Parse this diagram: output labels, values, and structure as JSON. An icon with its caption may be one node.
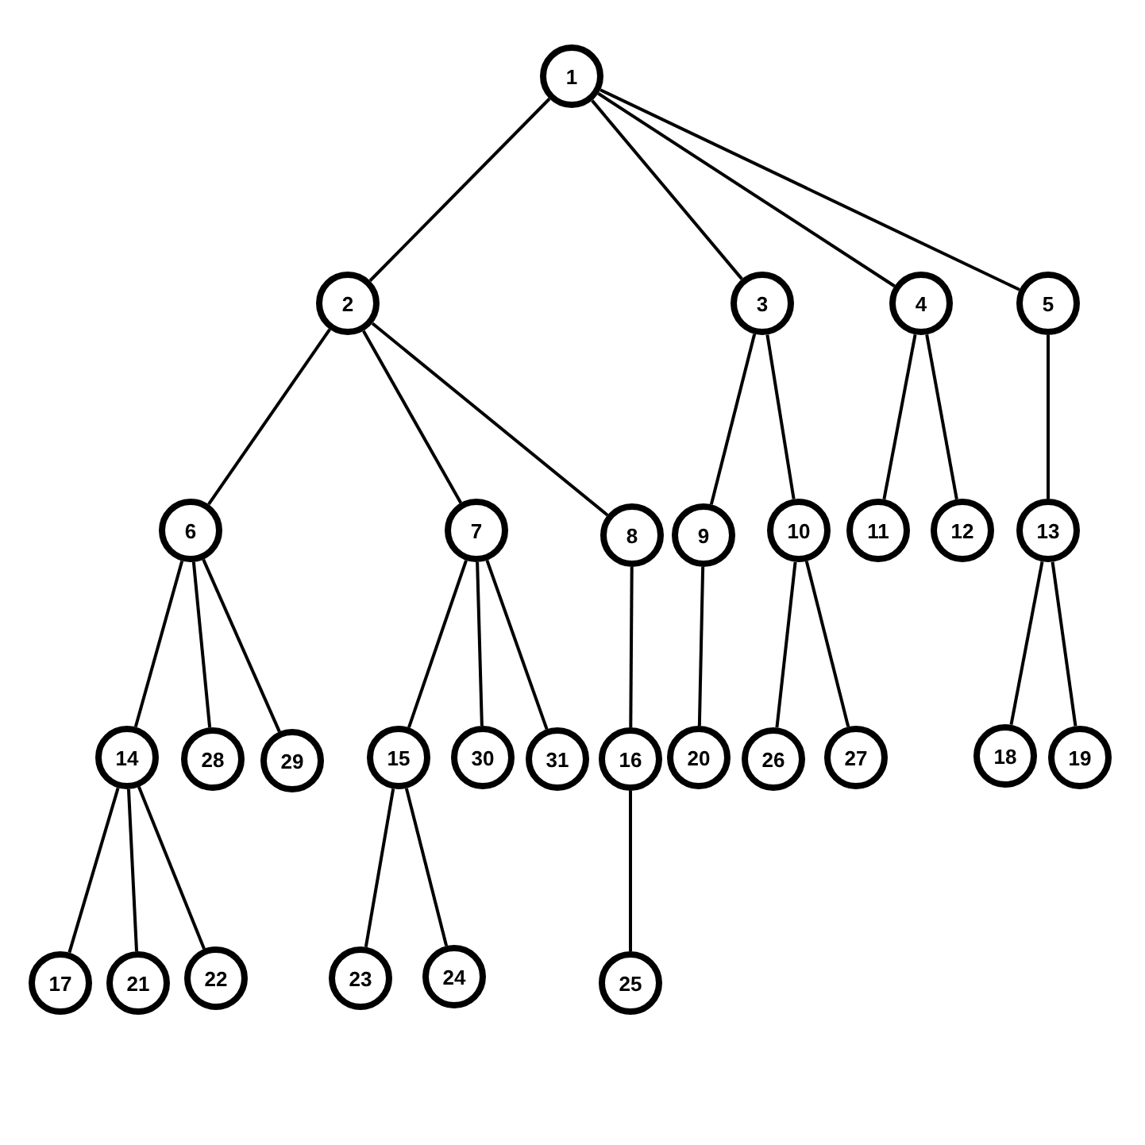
{
  "diagram": {
    "nodes": [
      {
        "text": [
          "1"
        ]
      },
      {
        "text": [
          "2"
        ]
      },
      {
        "text": [
          "3"
        ]
      },
      {
        "text": [
          "4"
        ]
      },
      {
        "text": [
          "5"
        ]
      },
      {
        "text": [
          "6"
        ]
      },
      {
        "text": [
          "7"
        ]
      },
      {
        "text": [
          "8"
        ]
      },
      {
        "text": [
          "9"
        ]
      },
      {
        "text": [
          "10"
        ]
      },
      {
        "text": [
          "11"
        ]
      },
      {
        "text": [
          "12"
        ]
      },
      {
        "text": [
          "13"
        ]
      },
      {
        "text": [
          "14"
        ]
      },
      {
        "text": [
          "15"
        ]
      },
      {
        "text": [
          "16"
        ]
      },
      {
        "text": [
          "17"
        ]
      },
      {
        "text": [
          "18"
        ]
      },
      {
        "text": [
          "19"
        ]
      },
      {
        "text": [
          "20"
        ]
      },
      {
        "text": [
          "21"
        ]
      },
      {
        "text": [
          "22"
        ]
      },
      {
        "text": [
          "23"
        ]
      },
      {
        "text": [
          "24"
        ]
      },
      {
        "text": [
          "25"
        ]
      },
      {
        "text": [
          "26"
        ]
      },
      {
        "text": [
          "27"
        ]
      },
      {
        "text": [
          "28"
        ]
      },
      {
        "text": [
          "29"
        ]
      },
      {
        "text": [
          "30"
        ]
      },
      {
        "text": [
          "31"
        ]
      }
    ],
    "edges": [
      {
        "from": 0,
        "to": 1,
        "arrow": "none"
      },
      {
        "from": 0,
        "to": 2,
        "arrow": "none"
      },
      {
        "from": 0,
        "to": 3,
        "arrow": "none"
      },
      {
        "from": 0,
        "to": 4,
        "arrow": "none"
      },
      {
        "from": 1,
        "to": 5,
        "arrow": "none"
      },
      {
        "from": 1,
        "to": 6,
        "arrow": "none"
      },
      {
        "from": 1,
        "to": 7,
        "arrow": "none"
      },
      {
        "from": 2,
        "to": 8,
        "arrow": "none"
      },
      {
        "from": 2,
        "to": 9,
        "arrow": "none"
      },
      {
        "from": 3,
        "to": 10,
        "arrow": "none"
      },
      {
        "from": 3,
        "to": 11,
        "arrow": "none"
      },
      {
        "from": 4,
        "to": 12,
        "arrow": "none"
      },
      {
        "from": 5,
        "to": 13,
        "arrow": "none"
      },
      {
        "from": 5,
        "to": 27,
        "arrow": "none"
      },
      {
        "from": 5,
        "to": 28,
        "arrow": "none"
      },
      {
        "from": 6,
        "to": 14,
        "arrow": "none"
      },
      {
        "from": 6,
        "to": 29,
        "arrow": "none"
      },
      {
        "from": 6,
        "to": 30,
        "arrow": "none"
      },
      {
        "from": 7,
        "to": 15,
        "arrow": "none"
      },
      {
        "from": 8,
        "to": 19,
        "arrow": "none"
      },
      {
        "from": 9,
        "to": 25,
        "arrow": "none"
      },
      {
        "from": 9,
        "to": 26,
        "arrow": "none"
      },
      {
        "from": 12,
        "to": 17,
        "arrow": "none"
      },
      {
        "from": 12,
        "to": 18,
        "arrow": "none"
      },
      {
        "from": 13,
        "to": 16,
        "arrow": "none"
      },
      {
        "from": 13,
        "to": 20,
        "arrow": "none"
      },
      {
        "from": 13,
        "to": 21,
        "arrow": "none"
      },
      {
        "from": 14,
        "to": 22,
        "arrow": "none"
      },
      {
        "from": 14,
        "to": 23,
        "arrow": "none"
      },
      {
        "from": 15,
        "to": 24,
        "arrow": "none"
      }
    ]
  }
}
